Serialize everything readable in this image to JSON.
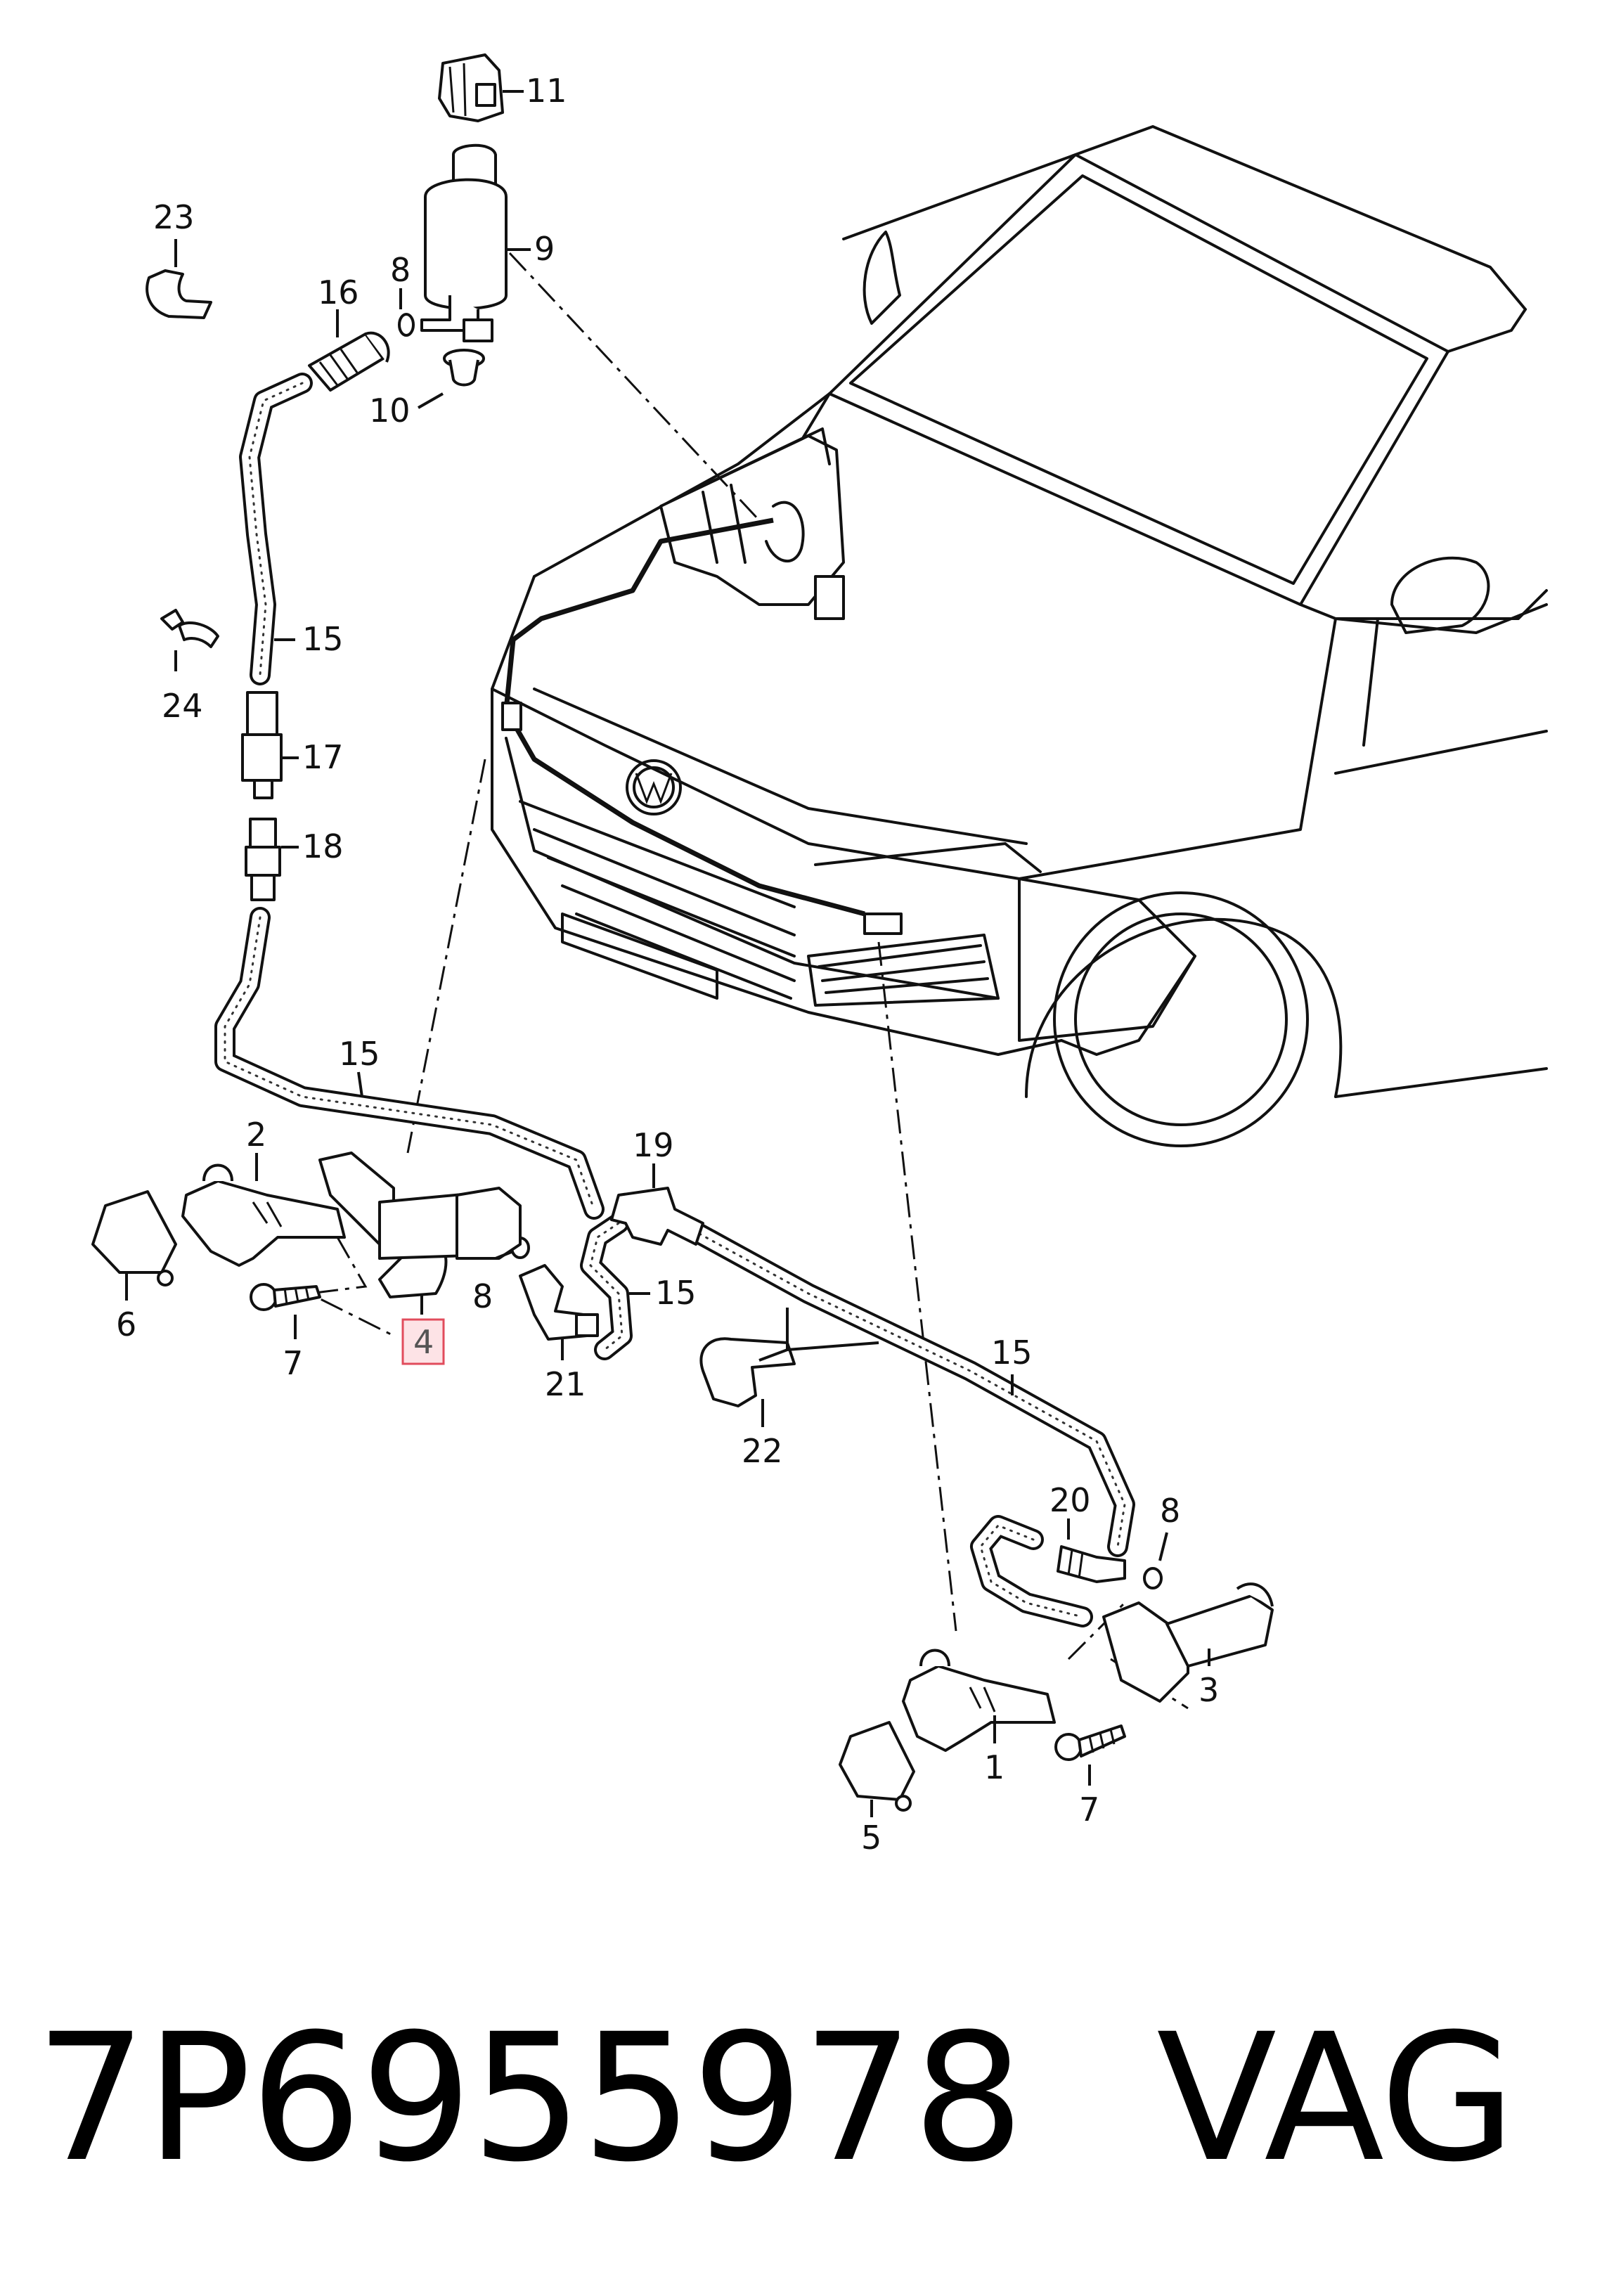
{
  "callouts": {
    "c1": "1",
    "c2": "2",
    "c3": "3",
    "c4": "4",
    "c5": "5",
    "c6": "6",
    "c7a": "7",
    "c7b": "7",
    "c8a": "8",
    "c8b": "8",
    "c8c": "8",
    "c9": "9",
    "c10": "10",
    "c11": "11",
    "c15a": "15",
    "c15b": "15",
    "c15c": "15",
    "c15d": "15",
    "c16": "16",
    "c17": "17",
    "c18": "18",
    "c19": "19",
    "c20": "20",
    "c21": "21",
    "c22": "22",
    "c23": "23",
    "c24": "24"
  },
  "highlighted_callout": "4",
  "highlight_color": "#e14c5c",
  "footer": {
    "part_number": "7P6955978",
    "brand": "VAG"
  }
}
